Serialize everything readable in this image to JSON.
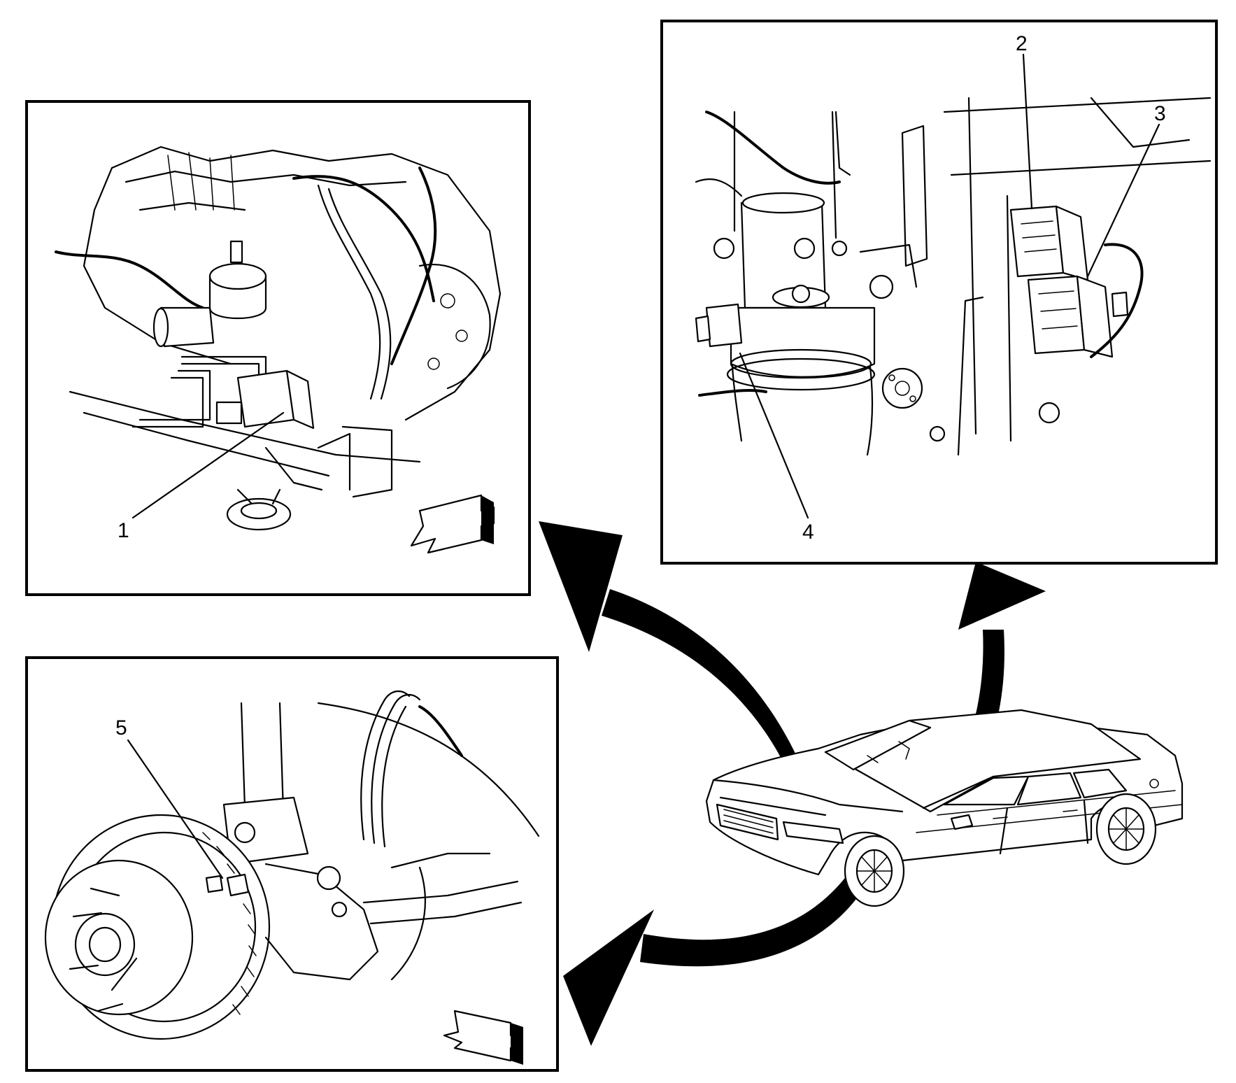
{
  "callouts": {
    "c1": "1",
    "c2": "2",
    "c3": "3",
    "c4": "4",
    "c5": "5"
  },
  "colors": {
    "line": "#000000",
    "background": "#ffffff"
  },
  "icons": {
    "forward_arrow_top": "forward-direction-arrow-icon",
    "forward_arrow_bottom": "forward-direction-arrow-icon"
  }
}
